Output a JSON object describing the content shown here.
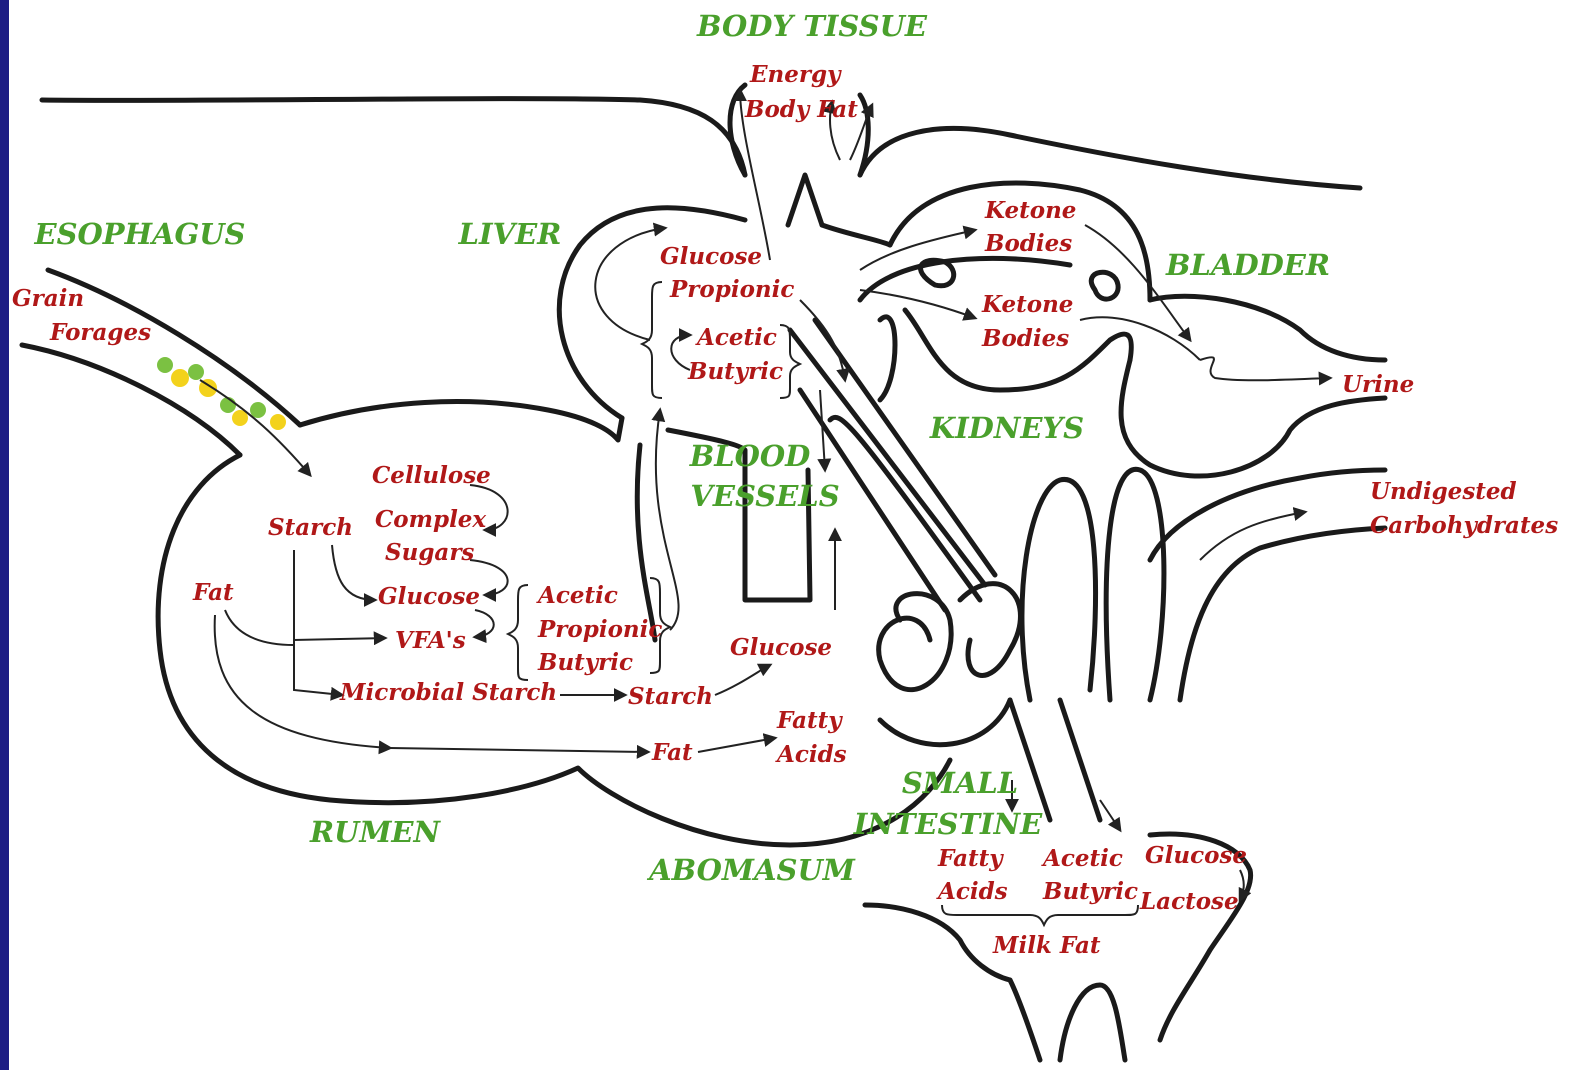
{
  "colors": {
    "organ_label": "#4aa02c",
    "nutrient_label": "#b01818",
    "outline": "#1a1a1a",
    "side_bar": "#1c1c84",
    "feed_particles": [
      "#7bc142",
      "#f3d21c"
    ]
  },
  "organs": {
    "body_tissue": "BODY TISSUE",
    "esophagus": "ESOPHAGUS",
    "liver": "LIVER",
    "bladder": "BLADDER",
    "kidneys": "KIDNEYS",
    "blood": "BLOOD",
    "vessels": "VESSELS",
    "rumen": "RUMEN",
    "abomasum": "ABOMASUM",
    "small": "SMALL",
    "intestine": "INTESTINE"
  },
  "nutrients": {
    "energy": "Energy",
    "body_fat": "Body Fat",
    "ketone_1": "Ketone",
    "bodies_1": "Bodies",
    "ketone_2": "Ketone",
    "bodies_2": "Bodies",
    "urine": "Urine",
    "grain": "Grain",
    "forages": "Forages",
    "liver_glucose": "Glucose",
    "liver_propionic": "Propionic",
    "liver_acetic": "Acetic",
    "liver_butyric": "Butyric",
    "cellulose": "Cellulose",
    "starch": "Starch",
    "complex": "Complex",
    "sugars": "Sugars",
    "fat": "Fat",
    "rumen_glucose": "Glucose",
    "vfas": "VFA's",
    "rumen_acetic": "Acetic",
    "rumen_propionic": "Propionic",
    "rumen_butyric": "Butyric",
    "microbial_starch": "Microbial Starch",
    "abomasum_starch": "Starch",
    "abomasum_glucose": "Glucose",
    "abomasum_fat": "Fat",
    "fatty_1": "Fatty",
    "acids_1": "Acids",
    "undigested": "Undigested",
    "carbohydrates": "Carbohydrates",
    "fatty_2": "Fatty",
    "acids_2": "Acids",
    "milk_acetic": "Acetic",
    "milk_butyric": "Butyric",
    "milk_glucose": "Glucose",
    "lactose": "Lactose",
    "milk_fat": "Milk Fat"
  }
}
